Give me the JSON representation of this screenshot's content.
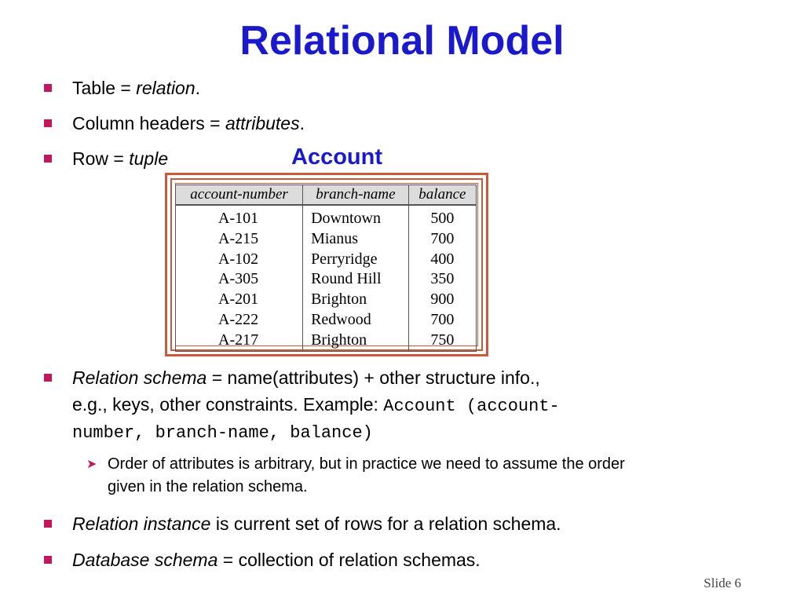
{
  "slide": {
    "title": "Relational Model",
    "bullets": [
      {
        "term": "Table = ",
        "em": "relation",
        "tail": "."
      },
      {
        "term": "Column headers = ",
        "em": "attributes",
        "tail": "."
      },
      {
        "term": "Row = ",
        "em": "tuple",
        "tail": ""
      }
    ],
    "table": {
      "caption": "Account",
      "headers": [
        "account-number",
        "branch-name",
        "balance"
      ],
      "rows": [
        [
          "A-101",
          "Downtown",
          "500"
        ],
        [
          "A-215",
          "Mianus",
          "700"
        ],
        [
          "A-102",
          "Perryridge",
          "400"
        ],
        [
          "A-305",
          "Round Hill",
          "350"
        ],
        [
          "A-201",
          "Brighton",
          "900"
        ],
        [
          "A-222",
          "Redwood",
          "700"
        ],
        [
          "A-217",
          "Brighton",
          "750"
        ]
      ]
    },
    "schema_bullet": {
      "em": "Relation schema",
      "text1": " = name(attributes) + other structure info.,",
      "text2": "e.g., keys, other constraints. Example: ",
      "code1": "Account (account-",
      "code2": "number, branch-name, balance)"
    },
    "sub_bullet": {
      "line1": "Order of attributes is arbitrary, but in practice we need to assume the order",
      "line2": "given in the relation schema."
    },
    "instance_bullet": {
      "em": "Relation instance",
      "text": " is current set of rows for a relation schema."
    },
    "db_bullet": {
      "em": "Database schema",
      "text": " = collection of relation schemas."
    },
    "footer": "Slide 6",
    "colors": {
      "title": "#1a1acc",
      "bullet": "#c0185a",
      "frame": "#c85a3a"
    }
  }
}
